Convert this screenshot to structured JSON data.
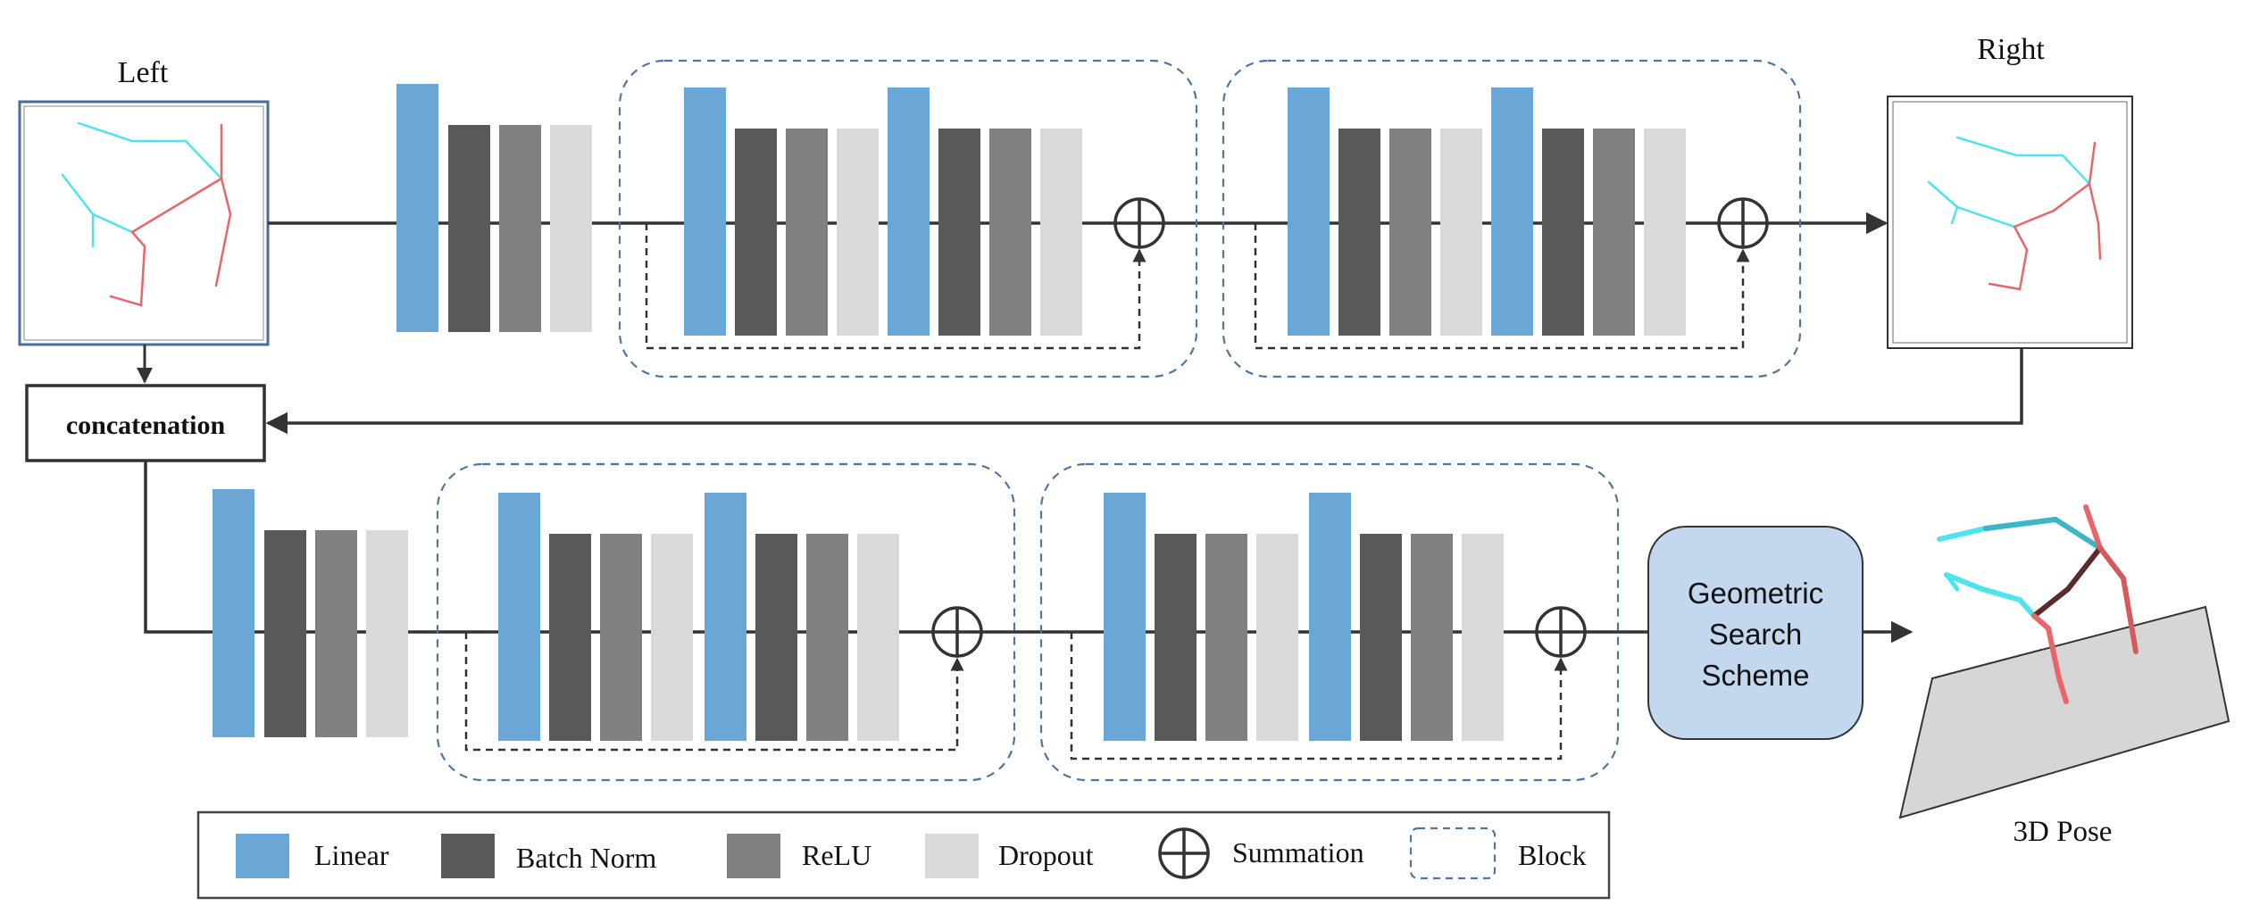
{
  "labels": {
    "left": "Left",
    "right": "Right",
    "concatenation": "concatenation",
    "geometric_line1": "Geometric",
    "geometric_line2": "Search",
    "geometric_line3": "Scheme",
    "pose3d": "3D Pose"
  },
  "legend": {
    "items": [
      {
        "key": "linear",
        "label": "Linear",
        "color": "#6aa6d6"
      },
      {
        "key": "batchnorm",
        "label": "Batch Norm",
        "color": "#595959"
      },
      {
        "key": "relu",
        "label": "ReLU",
        "color": "#808080"
      },
      {
        "key": "dropout",
        "label": "Dropout",
        "color": "#d9d9d9"
      },
      {
        "key": "summation",
        "label": "Summation",
        "icon": "summation-icon"
      },
      {
        "key": "block",
        "label": "Block",
        "icon": "dashed-block-icon"
      }
    ]
  },
  "colors": {
    "linear": "#6aa6d6",
    "batchnorm": "#595959",
    "relu": "#808080",
    "dropout": "#d9d9d9",
    "block_border": "#4e76a0",
    "geometric_fill": "#c3d8ee",
    "pose_cyan": "#4fe3ee",
    "pose_red": "#e8666a",
    "line": "#333333"
  }
}
